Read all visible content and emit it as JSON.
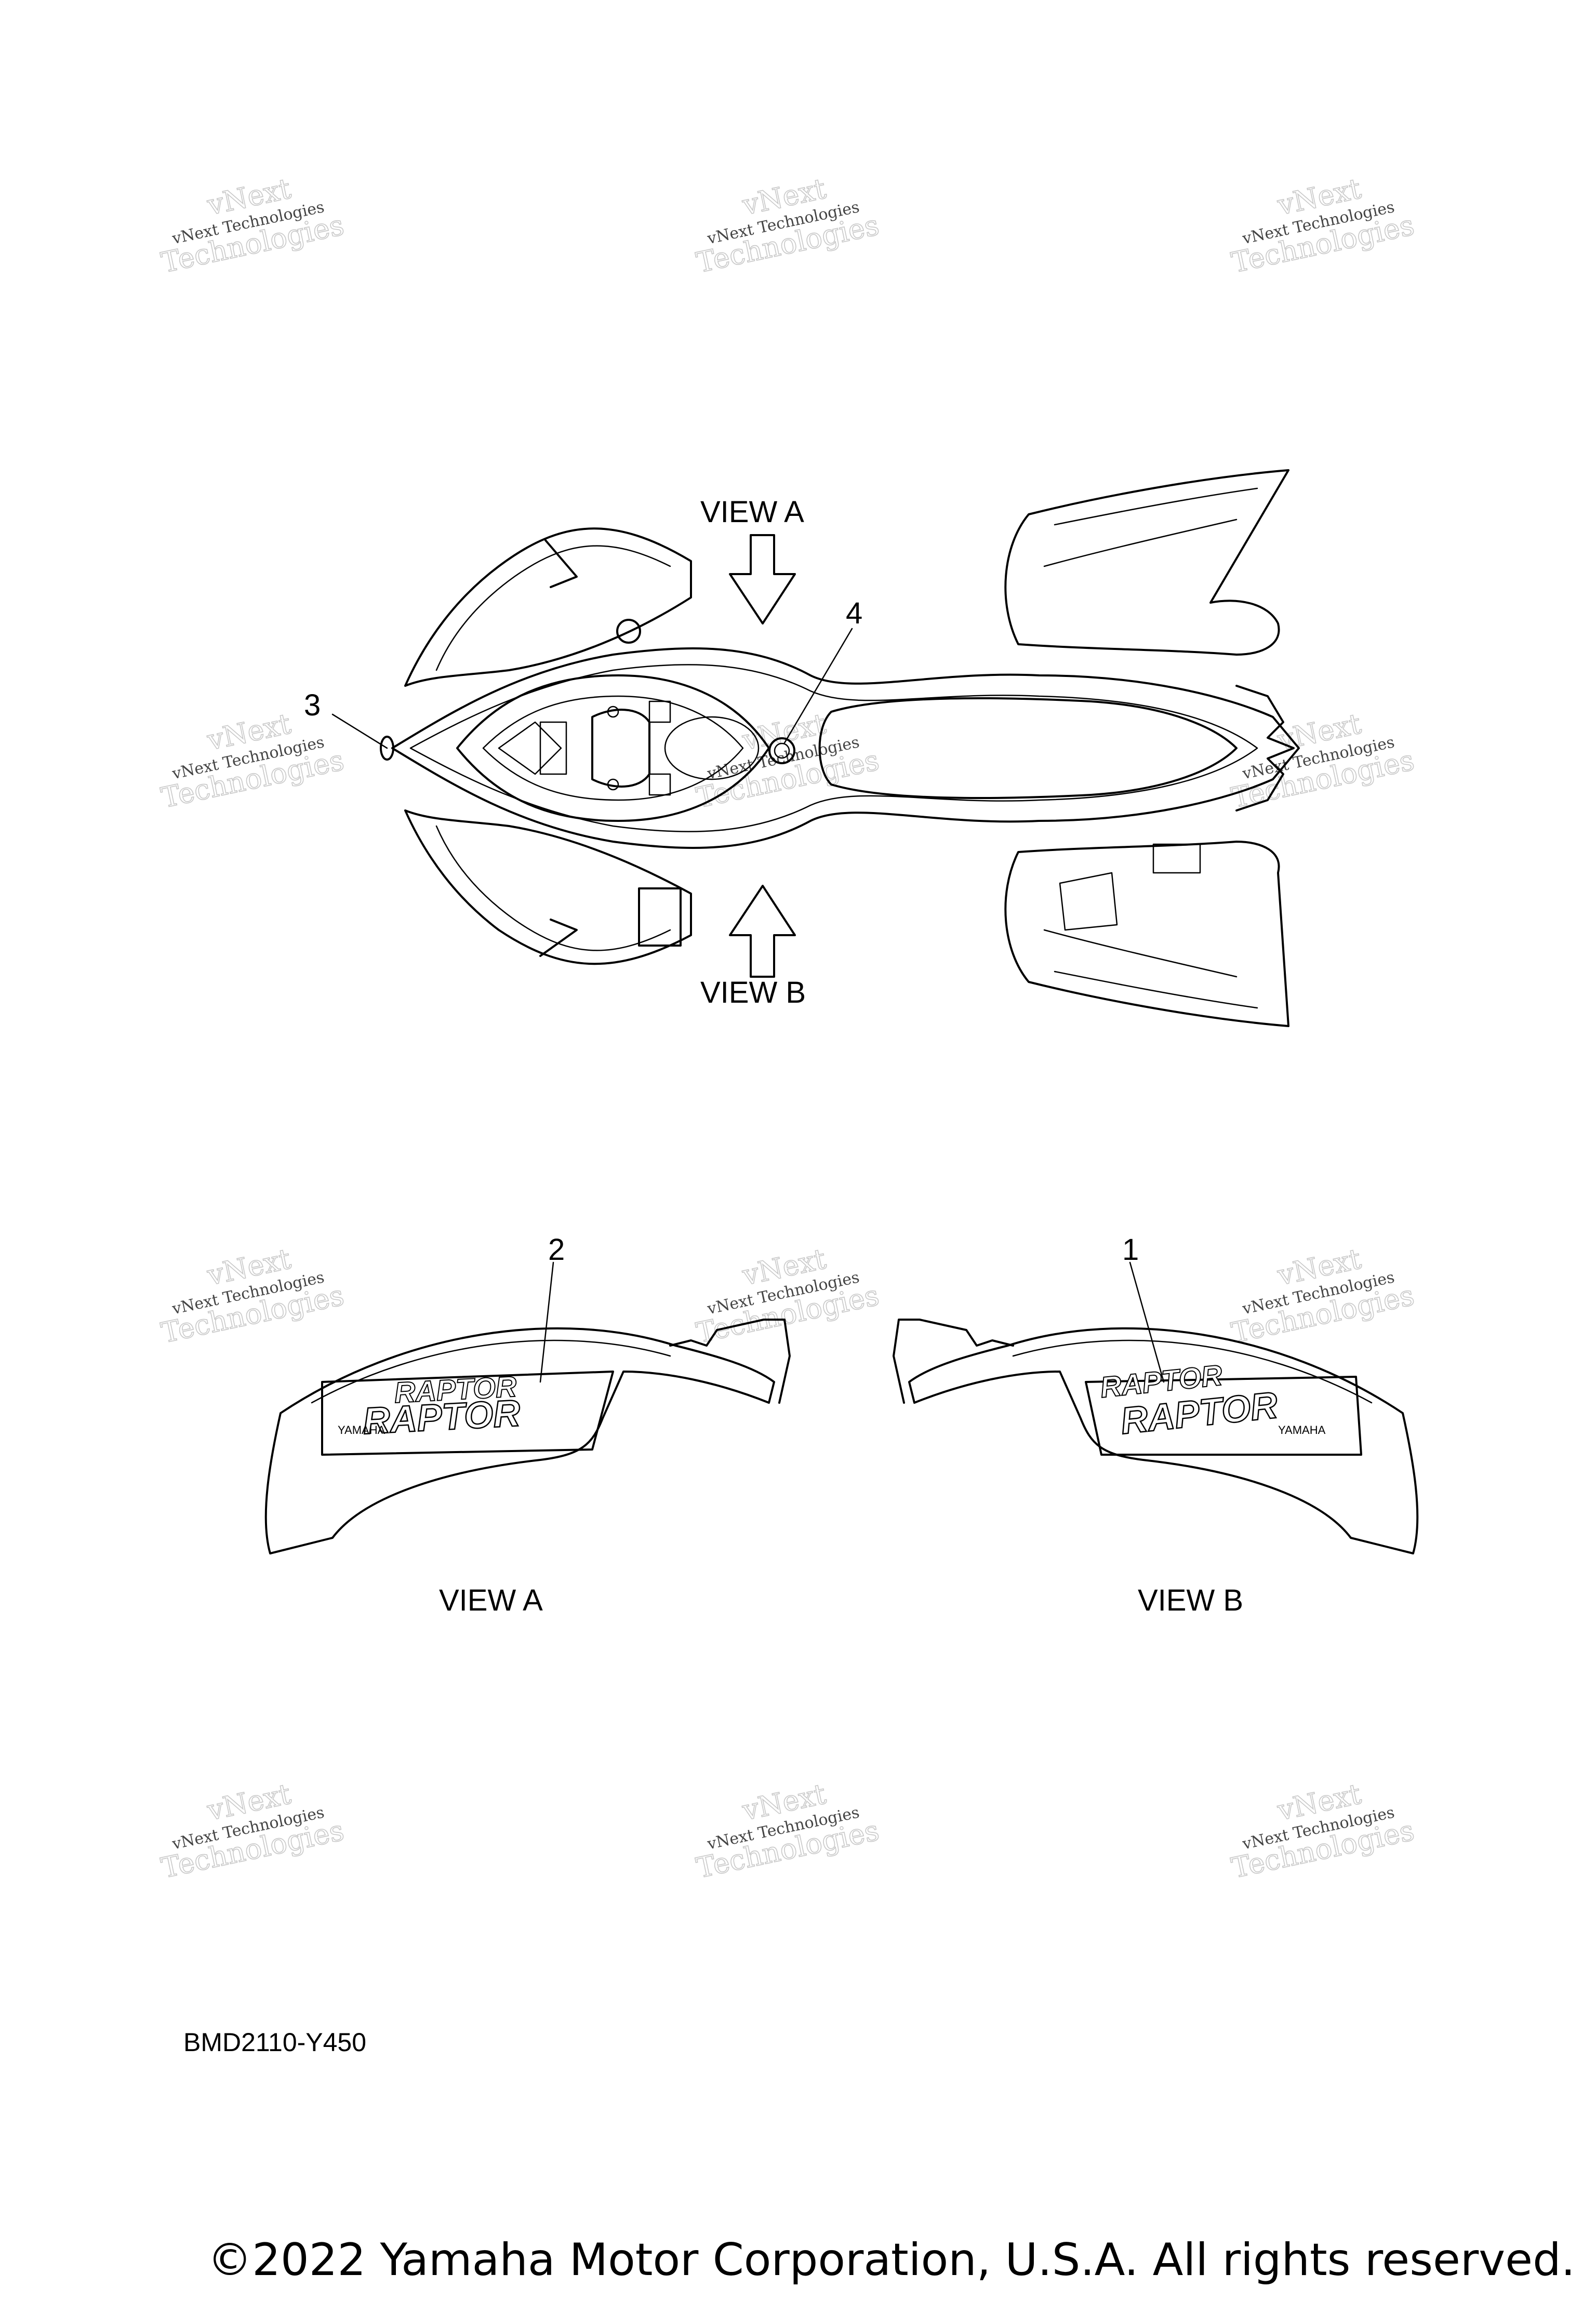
{
  "diagram": {
    "view_a_label": "VIEW A",
    "view_b_label": "VIEW B",
    "callouts": [
      "1",
      "2",
      "3",
      "4"
    ],
    "decal_text": "RAPTOR",
    "decal_brand": "YAMAHA",
    "drawing_code": "BMD2110-Y450"
  },
  "watermark": {
    "name": "vNext",
    "line": "vNext Technologies",
    "brand": "Technologies"
  },
  "footer": {
    "copyright": "©2022 Yamaha Motor Corporation, U.S.A. All rights reserved."
  }
}
